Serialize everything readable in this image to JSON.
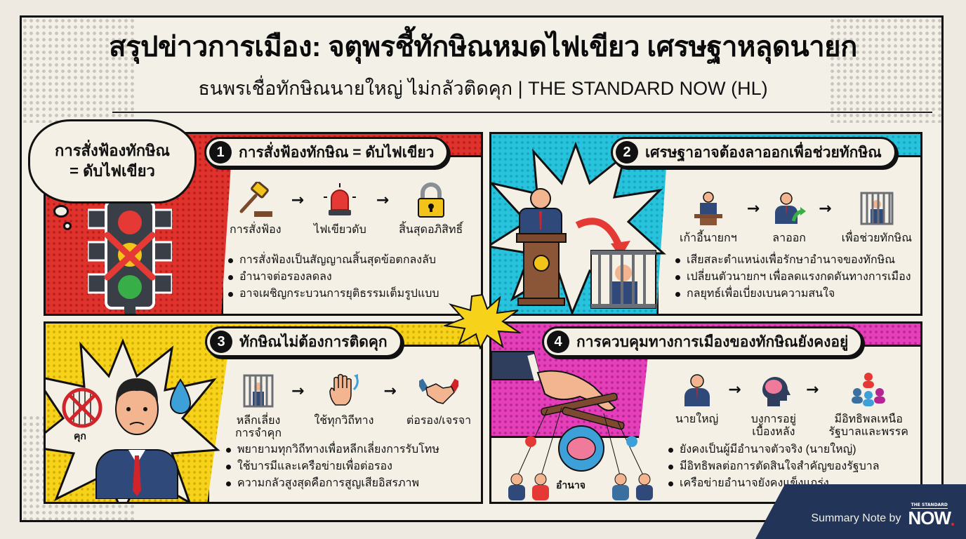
{
  "header": {
    "title": "สรุปข่าวการเมือง: จตุพรชี้ทักษิณหมดไฟเขียว เศรษฐาหลุดนายก",
    "subtitle": "ธนพรเชื่อทักษิณนายใหญ่ ไม่กลัวติดคุก | THE STANDARD NOW (HL)"
  },
  "colors": {
    "panel1_bg": "#e0322c",
    "panel2_bg": "#27c3dd",
    "panel3_bg": "#f6d21a",
    "panel4_bg": "#e43fb8",
    "footer_bg": "#223457",
    "paper": "#f4f0e6"
  },
  "panels": [
    {
      "number": "1",
      "heading": "การสั่งฟ้องทักษิณ = ดับไฟเขียว",
      "thought_bubble": [
        "การสั่งฟ้องทักษิณ",
        "= ดับไฟเขียว"
      ],
      "illustration": "traffic-light-crossed",
      "flow": [
        {
          "icon": "gavel-icon",
          "label": "การสั่งฟ้อง"
        },
        {
          "icon": "siren-icon",
          "label": "ไฟเขียวดับ"
        },
        {
          "icon": "padlock-icon",
          "label": "สิ้นสุดอภิสิทธิ์"
        }
      ],
      "bullets": [
        "การสั่งฟ้องเป็นสัญญาณสิ้นสุดข้อตกลงลับ",
        "อำนาจต่อรองลดลง",
        "อาจเผชิญกระบวนการยุติธรรมเต็มรูปแบบ"
      ]
    },
    {
      "number": "2",
      "heading": "เศรษฐาอาจต้องลาออกเพื่อช่วยทักษิณ",
      "illustration": "podium-to-jail",
      "flow": [
        {
          "icon": "podium-person-icon",
          "label": "เก้าอี้นายกฯ"
        },
        {
          "icon": "person-exit-icon",
          "label": "ลาออก"
        },
        {
          "icon": "jail-icon",
          "label": "เพื่อช่วยทักษิณ"
        }
      ],
      "bullets": [
        "เสียสละตำแหน่งเพื่อรักษาอำนาจของทักษิณ",
        "เปลี่ยนตัวนายกฯ เพื่อลดแรงกดดันทางการเมือง",
        "กลยุทธ์เพื่อเบี่ยงเบนความสนใจ"
      ]
    },
    {
      "number": "3",
      "heading": "ทักษิณไม่ต้องการติดคุก",
      "illustration": "worried-man",
      "side_label": "คุก",
      "flow": [
        {
          "icon": "jail-icon",
          "label": "หลีกเลี่ยง\nการจำคุก"
        },
        {
          "icon": "raised-hand-icon",
          "label": "ใช้ทุกวิถีทาง"
        },
        {
          "icon": "handshake-icon",
          "label": "ต่อรอง/เจรจา"
        }
      ],
      "bullets": [
        "พยายามทุกวิถีทางเพื่อหลีกเลี่ยงการรับโทษ",
        "ใช้บารมีและเครือข่ายเพื่อต่อรอง",
        "ความกลัวสูงสุดคือการสูญเสียอิสรภาพ"
      ]
    },
    {
      "number": "4",
      "heading": "การควบคุมทางการเมืองของทักษิณยังคงอยู่",
      "illustration": "puppet-master",
      "side_label": "อำนาจ",
      "flow": [
        {
          "icon": "boss-person-icon",
          "label": "นายใหญ่"
        },
        {
          "icon": "brain-head-icon",
          "label": "บงการอยู่\nเบื้องหลัง"
        },
        {
          "icon": "network-group-icon",
          "label": "มีอิทธิพลเหนือ\nรัฐบาลและพรรค"
        }
      ],
      "bullets": [
        "ยังคงเป็นผู้มีอำนาจตัวจริง (นายใหญ่)",
        "มีอิทธิพลต่อการตัดสินใจสำคัญของรัฐบาล",
        "เครือข่ายอำนาจยังคงแข็งแกร่ง"
      ]
    }
  ],
  "footer": {
    "label": "Summary Note by",
    "logo_top": "THE STANDARD",
    "logo_main": "NOW"
  },
  "arrow_symbol": "→"
}
